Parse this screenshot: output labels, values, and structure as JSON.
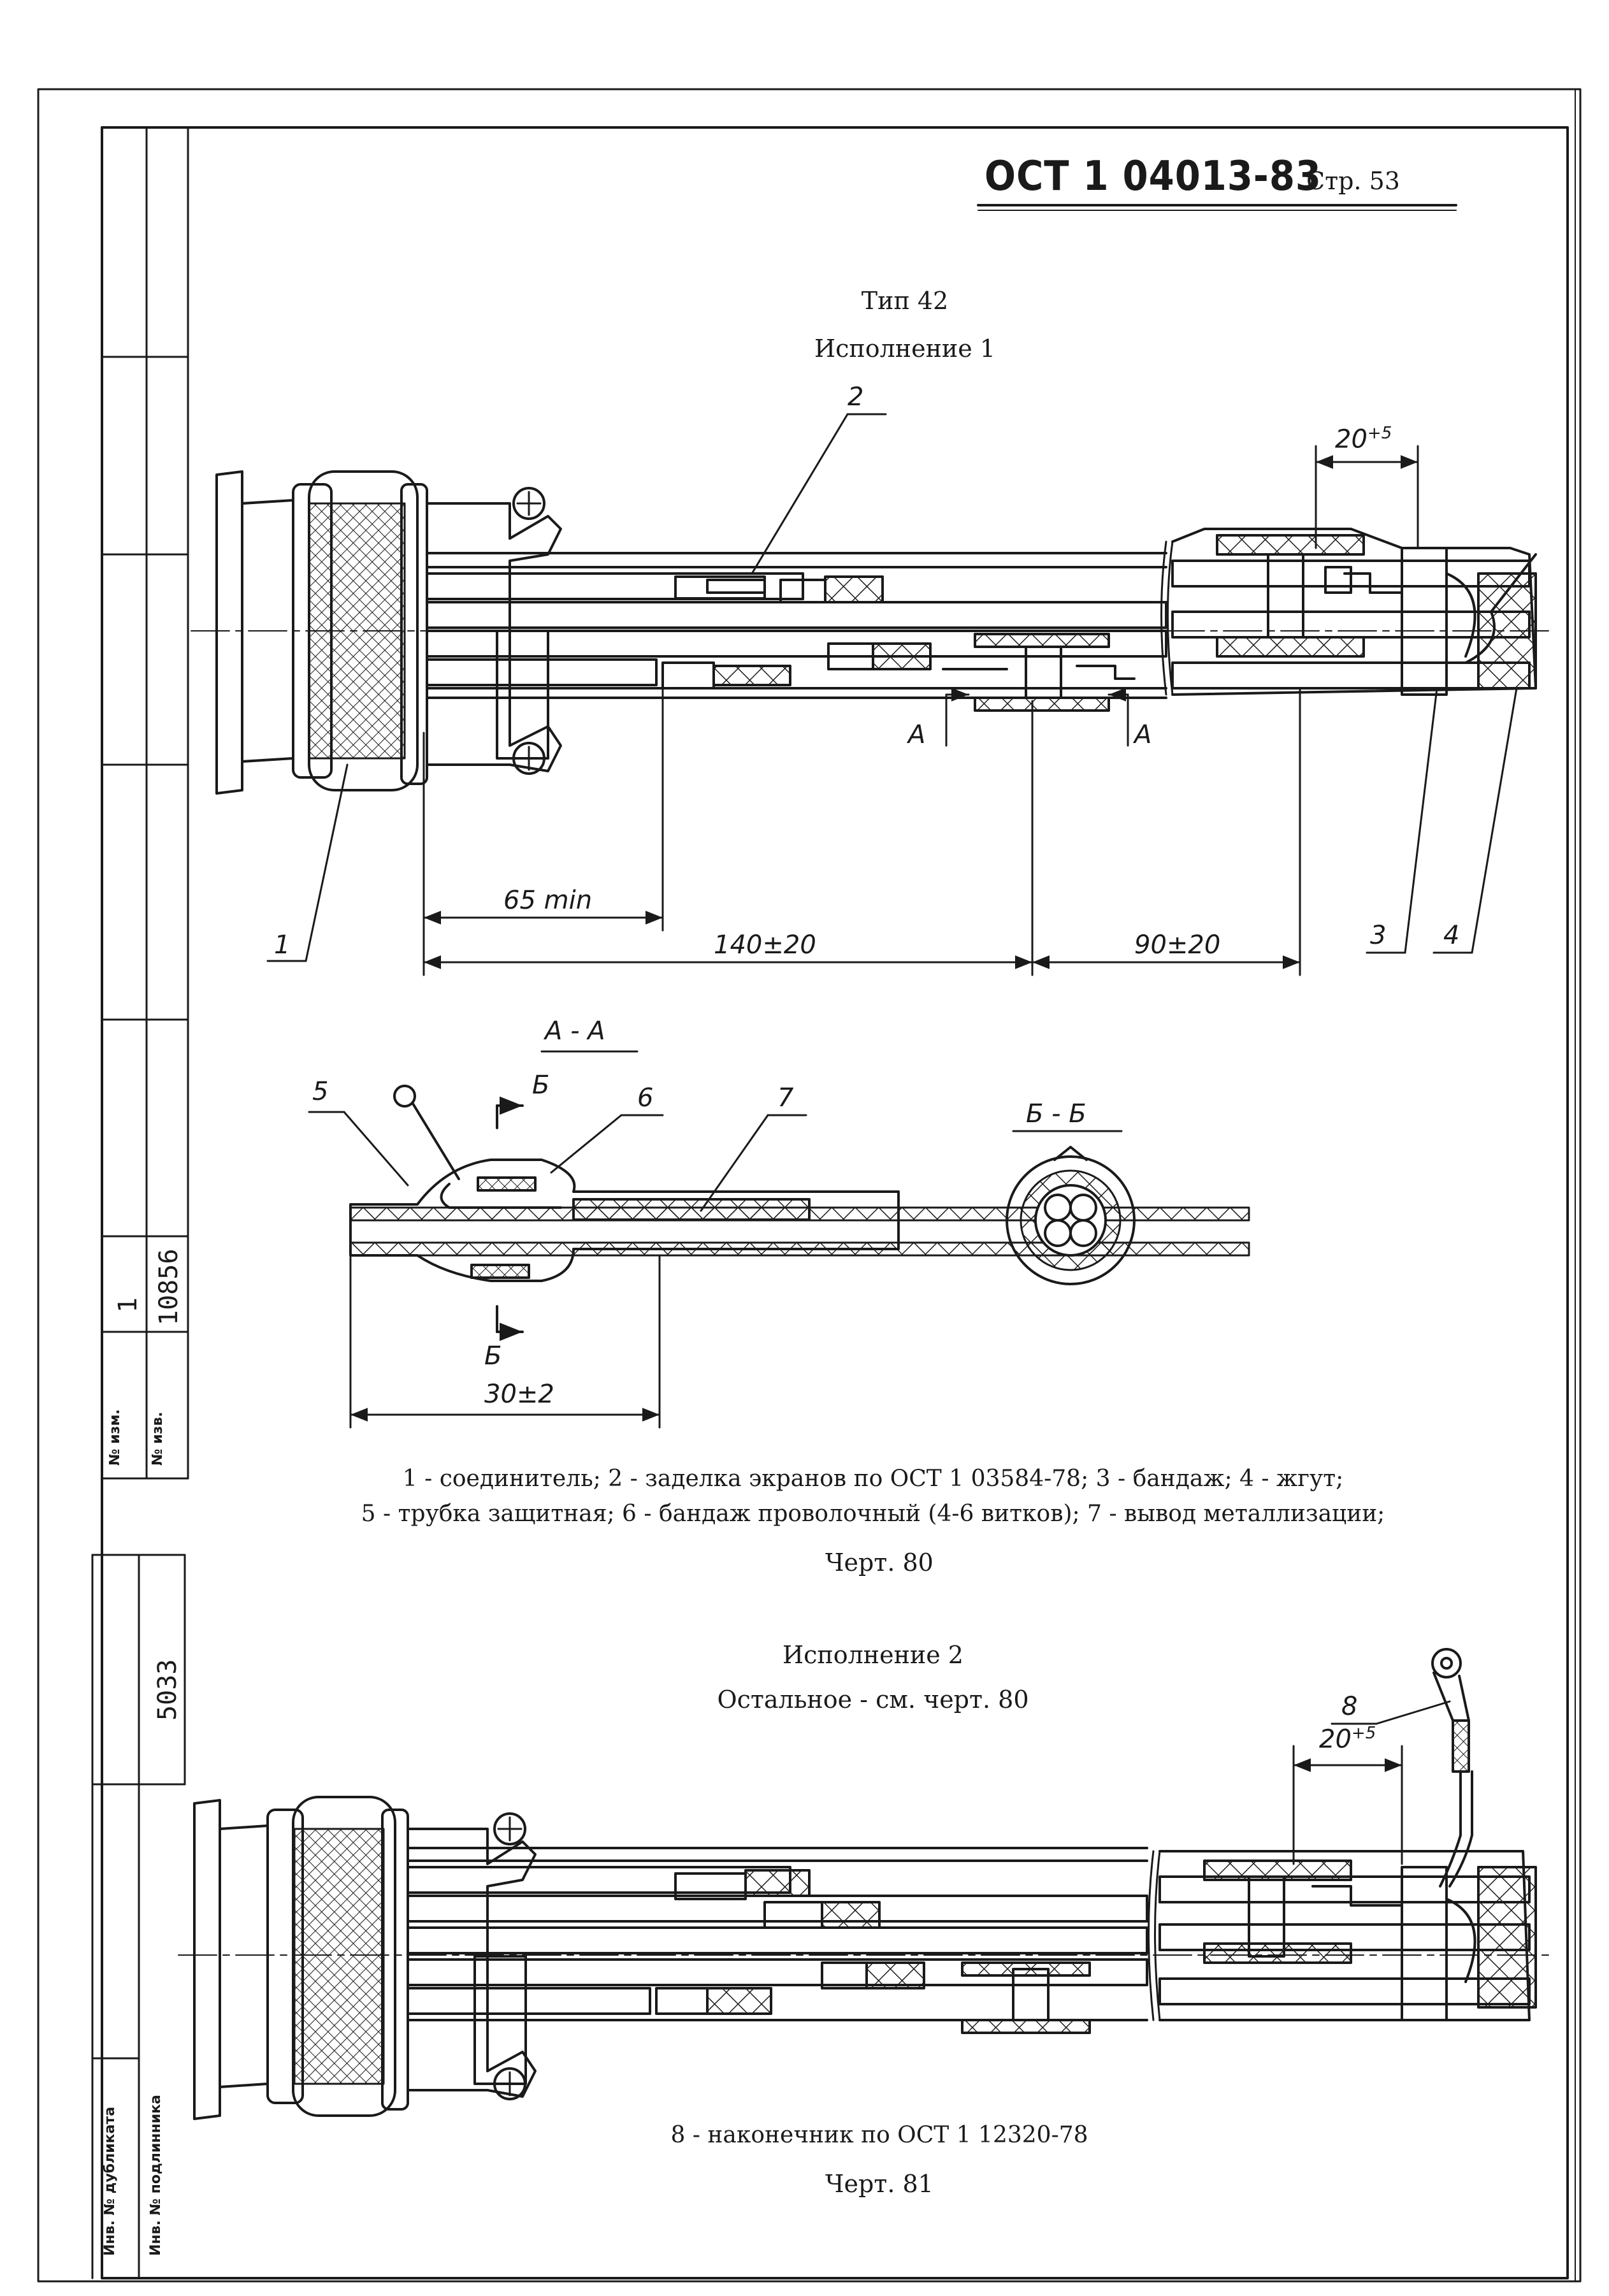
{
  "header": {
    "code": "ОСТ 1 04013-83",
    "page": "Стр. 53"
  },
  "figure80": {
    "type_title": "Тип 42",
    "variant_title": "Исполнение 1",
    "callouts": {
      "c1": "1",
      "c2": "2",
      "c3": "3",
      "c4": "4",
      "c5": "5",
      "c6": "6",
      "c7": "7"
    },
    "dims": {
      "d20": "20",
      "d20_tol": "+5",
      "d65": "65 min",
      "d140": "140±20",
      "d90": "90±20",
      "d30": "30±2"
    },
    "section_marks": {
      "a_left": "А",
      "a_right": "А",
      "b_top": "Б",
      "b_bottom": "Б"
    },
    "section_titles": {
      "aa": "А - А",
      "bb": "Б - Б"
    },
    "legend_line1": "1 - соединитель; 2 - заделка экранов по ОСТ 1 03584-78; 3 - бандаж; 4 - жгут;",
    "legend_line2": "5 - трубка  защитная; 6 - бандаж проволочный  (4-6 витков); 7 - вывод металлизации;",
    "caption": "Черт. 80"
  },
  "figure81": {
    "variant_title": "Исполнение 2",
    "note": "Остальное - см. черт. 80",
    "callouts": {
      "c8": "8"
    },
    "dims": {
      "d20": "20",
      "d20_tol": "+5"
    },
    "legend": "8 - наконечник по ОСТ 1 12320-78",
    "caption": "Черт. 81"
  },
  "side_stamp": {
    "change_label": "№ изм.",
    "notice_label": "№ изв.",
    "change_value": "1",
    "notice_value": "10856",
    "dup_label": "Инв. № дубликата",
    "orig_label": "Инв. № подлинника",
    "orig_value": "5033"
  }
}
